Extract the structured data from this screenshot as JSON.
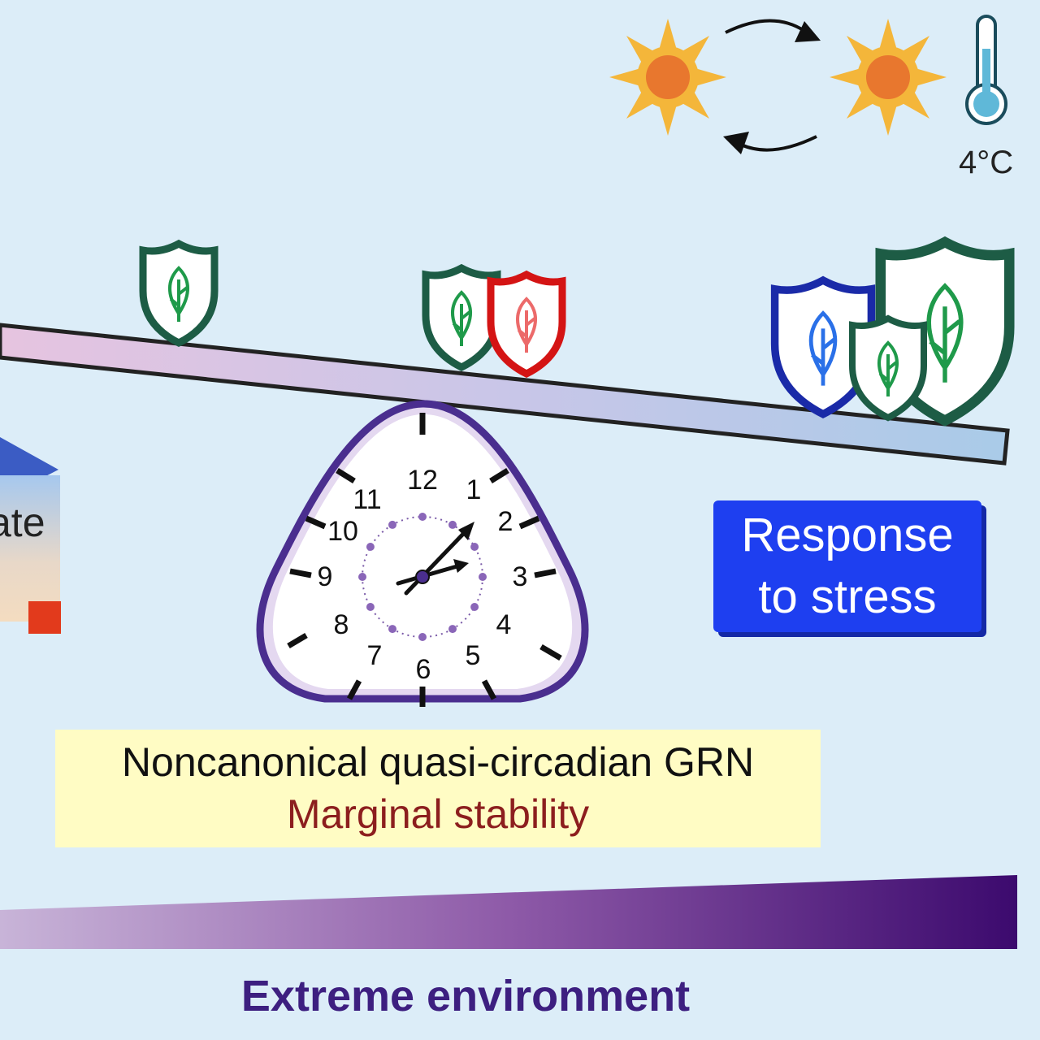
{
  "labels": {
    "temperature": "4°C",
    "left_cut_text": "ate",
    "response": [
      "Response",
      "to stress"
    ],
    "grn_title": "Noncanonical quasi-circadian GRN",
    "grn_subtitle": "Marginal stability",
    "environment": "Extreme environment"
  },
  "clock": {
    "numbers": [
      "12",
      "1",
      "2",
      "3",
      "4",
      "5",
      "6",
      "7",
      "8",
      "9",
      "10",
      "11"
    ],
    "border_color": "#4a2e8f"
  },
  "colors": {
    "background": "#dcedf8",
    "shield_green": "#1d5c45",
    "shield_red": "#d41414",
    "shield_blue": "#1a2aa8",
    "response_box": "#1e3ff0",
    "sun_rays": "#f4b63a",
    "sun_core": "#e8772e",
    "gradient_start": "#c8b4d8",
    "gradient_end": "#3c0a6e"
  },
  "icons": [
    "sun-icon",
    "thermometer-icon",
    "cycle-arrow-icon",
    "shield-leaf-icon",
    "clock-icon"
  ]
}
